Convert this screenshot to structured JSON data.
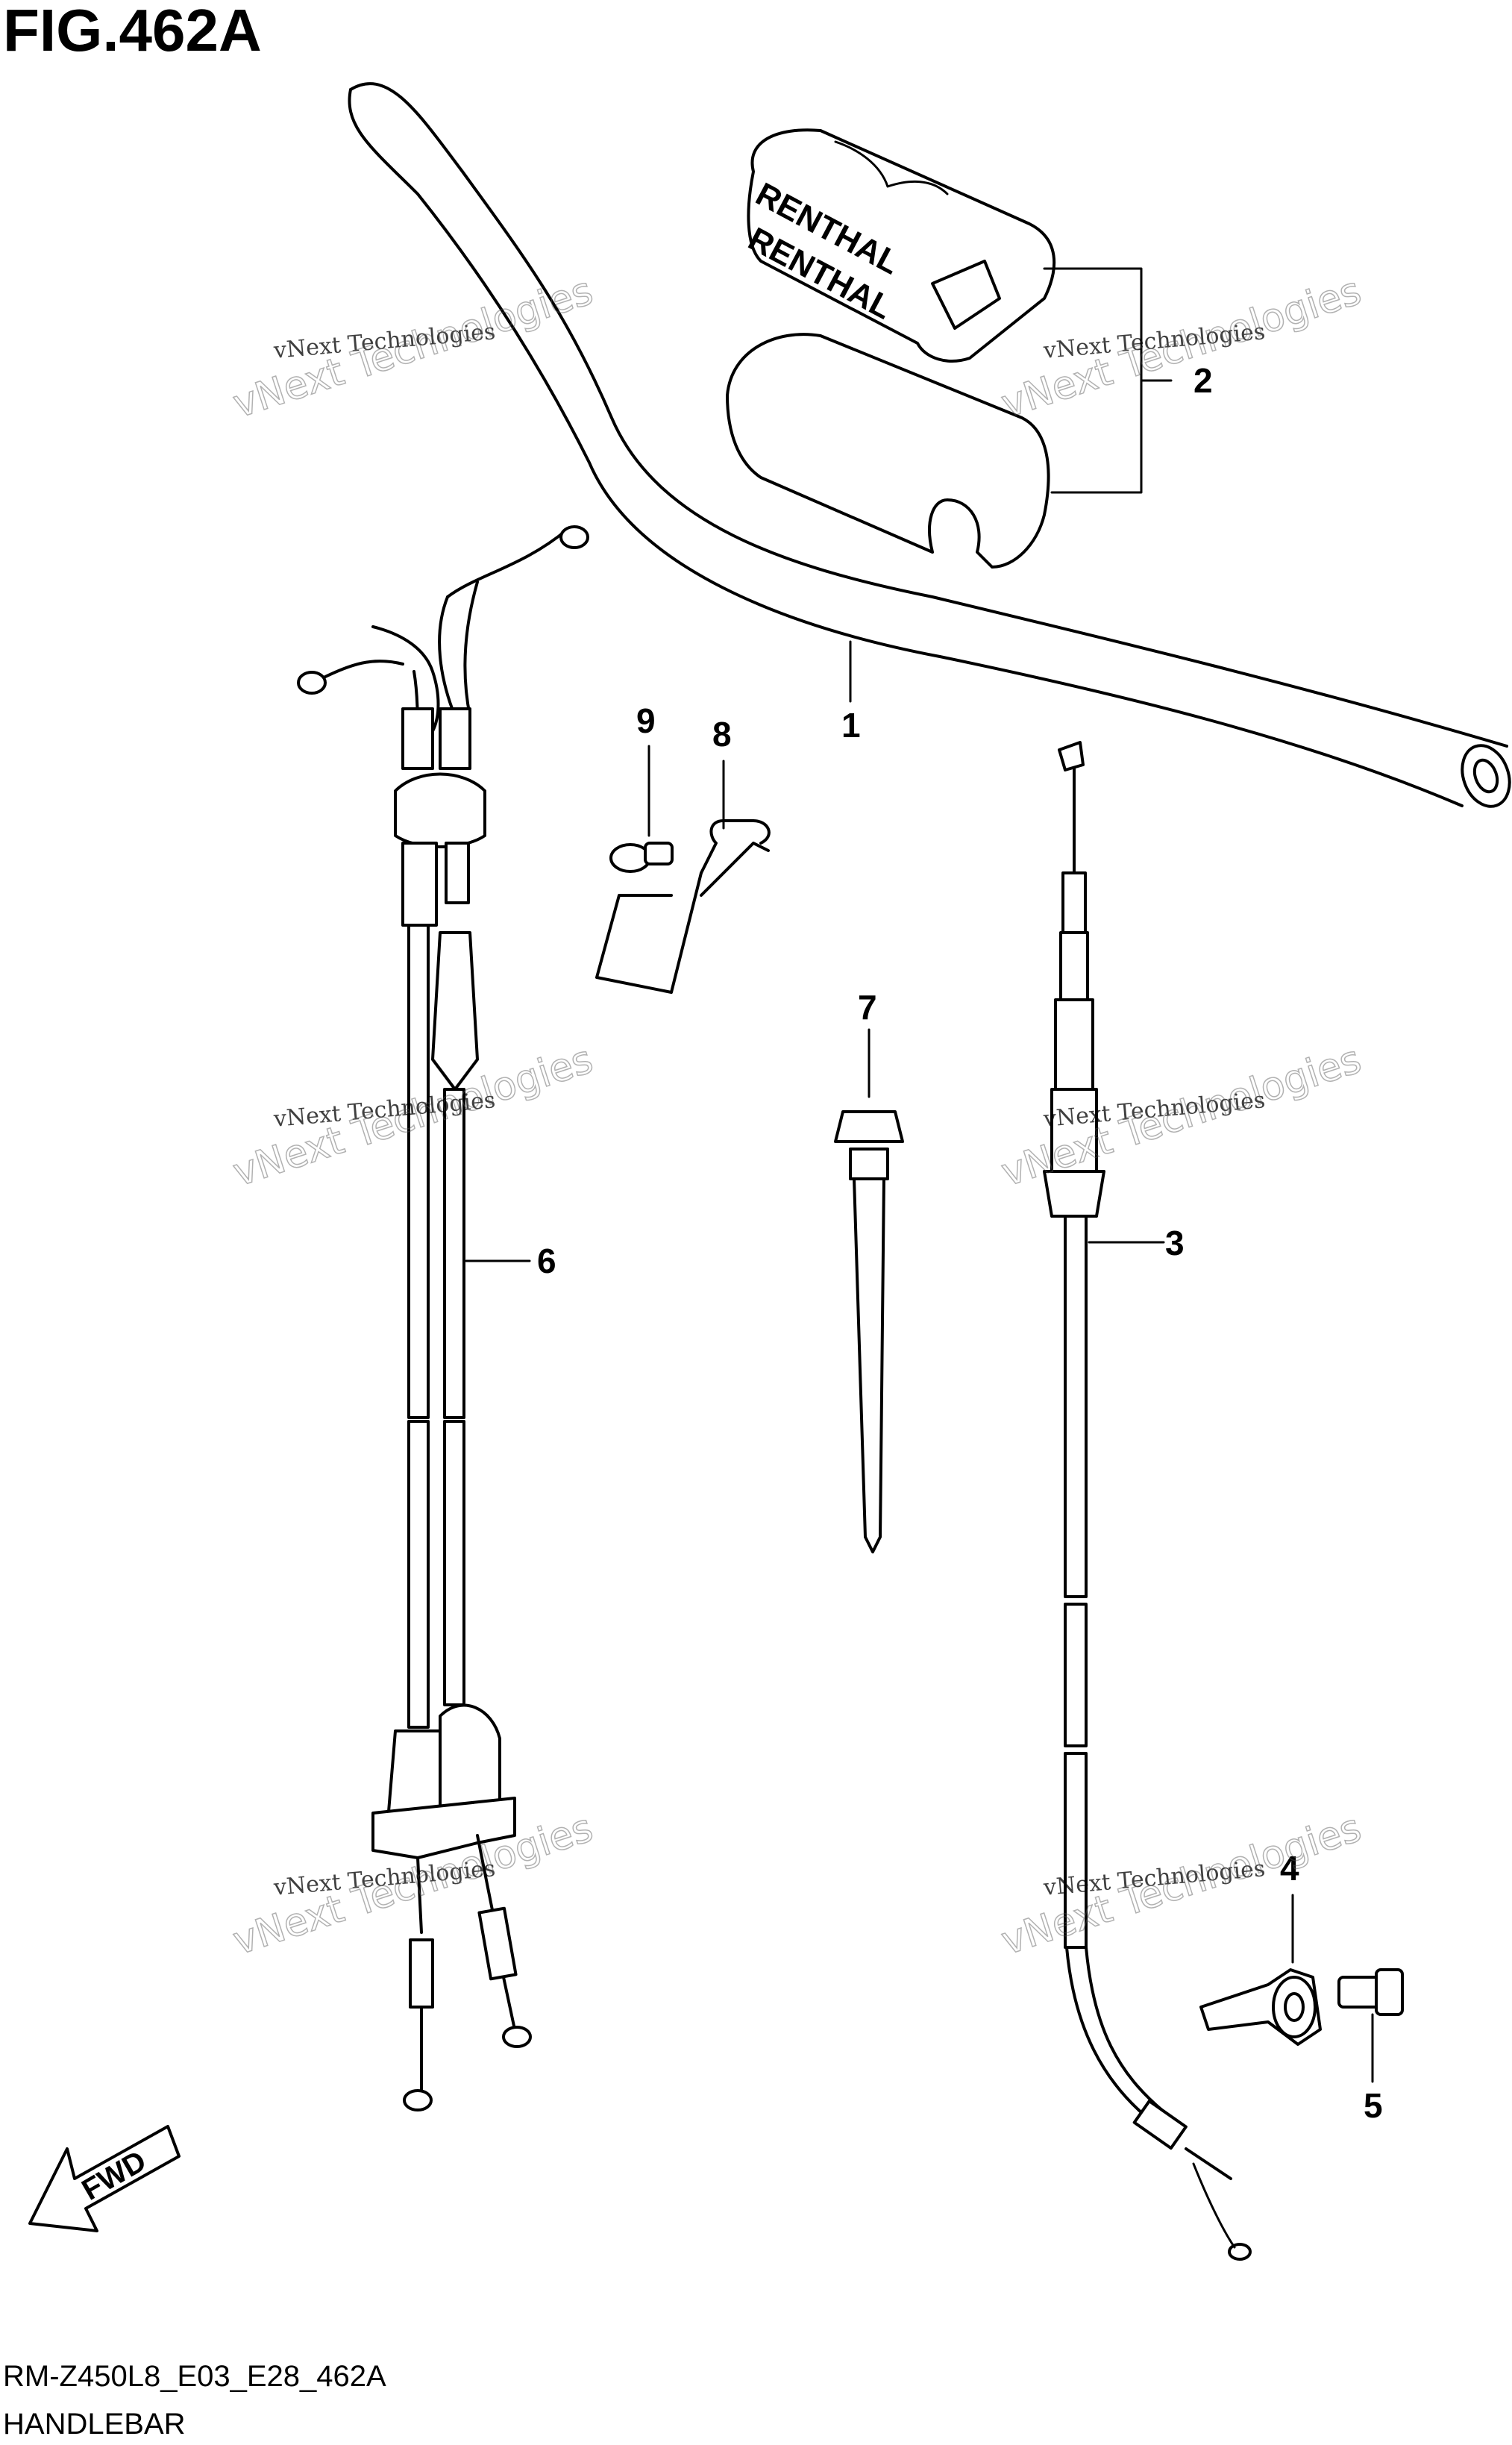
{
  "figure": {
    "title": "FIG.462A",
    "code": "RM-Z450L8_E03_E28_462A",
    "name": "HANDLEBAR"
  },
  "callouts": [
    "1",
    "2",
    "3",
    "4",
    "5",
    "6",
    "7",
    "8",
    "9"
  ],
  "pad_brand": "RENTHAL",
  "fwd_label": "FWD",
  "watermark": {
    "line1": "vNext Technologies",
    "line2": "vNext Technologies"
  }
}
